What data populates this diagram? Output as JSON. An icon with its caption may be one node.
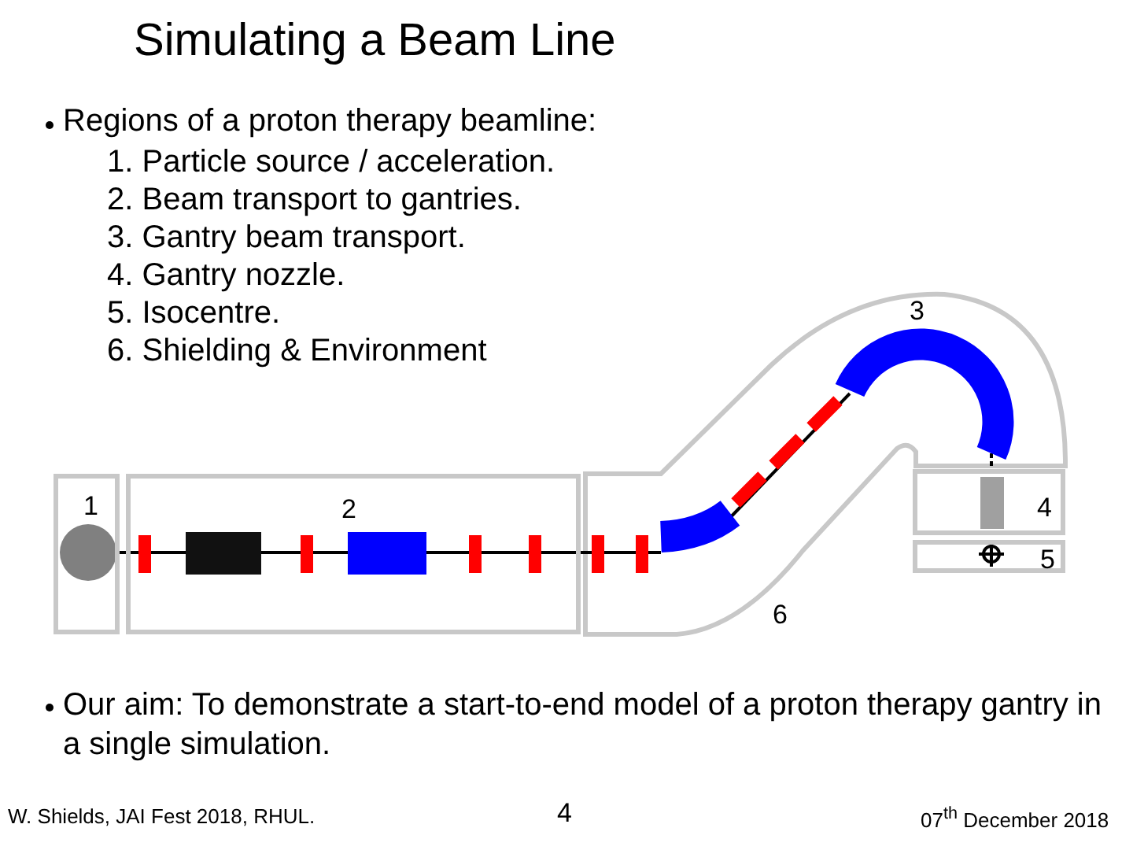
{
  "diagram": {
    "title": "Simulating a Beam Line",
    "nodes": [
      {
        "text": [
          "1"
        ]
      },
      {
        "text": [
          "2"
        ]
      },
      {
        "text": [
          "4"
        ]
      },
      {
        "text": [
          "5"
        ]
      }
    ],
    "labels": [
      "Regions of a proton therapy beamline:",
      "1. Particle source / acceleration.",
      "2. Beam transport to gantries.",
      "3. Gantry beam transport.",
      "4. Gantry nozzle.",
      "5. Isocentre.",
      "6. Shielding & Environment",
      "3",
      "6",
      "Our aim: To demonstrate a start-to-end model of a proton therapy gantry in a single simulation.",
      "W. Shields, JAI Fest 2018, RHUL.",
      "4",
      "07$^{th}$ December 2018"
    ]
  }
}
